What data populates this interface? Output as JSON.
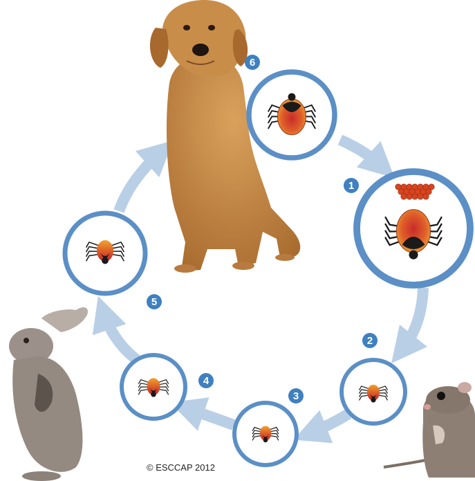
{
  "colors": {
    "ring": "#5b8fc6",
    "arrow": "#b9cfe6",
    "badge": "#3f80c0",
    "tick_body_top": "#f0a02a",
    "tick_body_bottom": "#c8202a",
    "tick_dark": "#1a1a1a",
    "dog_fur": "#c58a45",
    "rabbit_fur": "#9a8f86",
    "mouse_fur": "#8a7b70"
  },
  "stages": [
    {
      "number": "6",
      "icon": "engorged-adult-tick-icon"
    },
    {
      "number": "1",
      "icon": "egg-laying-tick-icon"
    },
    {
      "number": "2",
      "icon": "larva-tick-icon"
    },
    {
      "number": "3",
      "icon": "engorged-larva-icon"
    },
    {
      "number": "4",
      "icon": "nymph-tick-icon"
    },
    {
      "number": "5",
      "icon": "engorged-nymph-icon"
    }
  ],
  "hosts": [
    {
      "icon": "dog-icon"
    },
    {
      "icon": "rabbit-icon"
    },
    {
      "icon": "mouse-icon"
    }
  ],
  "copyright": "© ESCCAP 2012"
}
